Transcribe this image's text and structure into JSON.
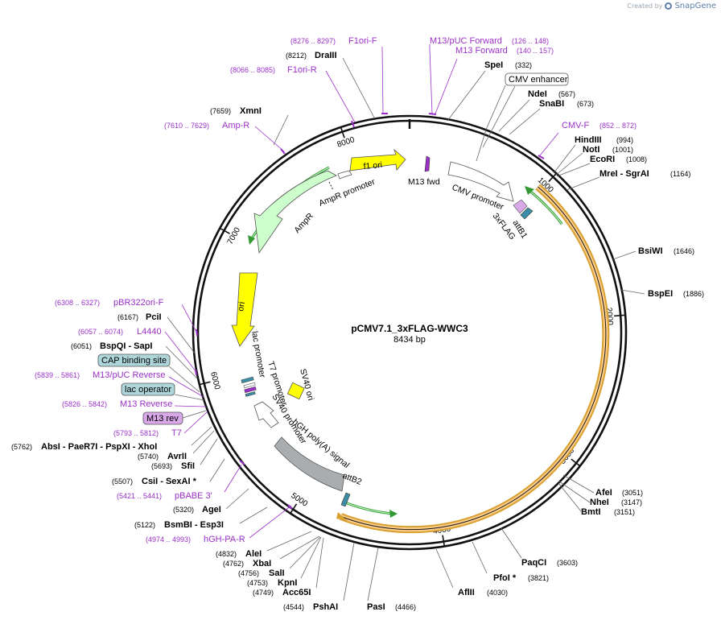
{
  "app": {
    "credit_prefix": "Created by",
    "credit_brand": "SnapGene"
  },
  "plasmid": {
    "name": "pCMV7.1_3xFLAG-WWC3",
    "length_label": "8434 bp",
    "length": 8434
  },
  "colors": {
    "primer": "#9b30c8",
    "backbone": "#111111",
    "f1ori": "#ffff00",
    "ori": "#ffff00",
    "ampr": "#ccffcc",
    "orf": "#ffce8a",
    "orf_border": "#d8a030",
    "green_arrow": "#339933",
    "gray": "#a9adb0",
    "teal_box": "#aed6da",
    "pink_box": "#d9a8e8"
  },
  "ticks": [
    {
      "bp": 1000,
      "label": "1000"
    },
    {
      "bp": 2000,
      "label": "2000"
    },
    {
      "bp": 3000,
      "label": "3000"
    },
    {
      "bp": 4000,
      "label": "4000"
    },
    {
      "bp": 5000,
      "label": "5000"
    },
    {
      "bp": 6000,
      "label": "6000"
    },
    {
      "bp": 7000,
      "label": "7000"
    },
    {
      "bp": 8000,
      "label": "8000"
    }
  ],
  "enzymes": [
    {
      "name": "SpeI",
      "pos": "(332)"
    },
    {
      "name": "NdeI",
      "pos": "(567)"
    },
    {
      "name": "SnaBI",
      "pos": "(673)"
    },
    {
      "name": "HindIII",
      "pos": "(994)"
    },
    {
      "name": "NotI",
      "pos": "(1001)"
    },
    {
      "name": "EcoRI",
      "pos": "(1008)"
    },
    {
      "name": "MreI - SgrAI",
      "pos": "(1164)"
    },
    {
      "name": "BsiWI",
      "pos": "(1646)"
    },
    {
      "name": "BspEI",
      "pos": "(1886)"
    },
    {
      "name": "AfeI",
      "pos": "(3051)"
    },
    {
      "name": "NheI",
      "pos": "(3147)"
    },
    {
      "name": "BmtI",
      "pos": "(3151)"
    },
    {
      "name": "PaqCI",
      "pos": "(3603)"
    },
    {
      "name": "PfoI *",
      "pos": "(3821)"
    },
    {
      "name": "AflII",
      "pos": "(4030)"
    },
    {
      "name": "PasI",
      "pos": "(4466)"
    },
    {
      "name": "PshAI",
      "pos": "(4544)"
    },
    {
      "name": "Acc65I",
      "pos": "(4749)"
    },
    {
      "name": "KpnI",
      "pos": "(4753)"
    },
    {
      "name": "SalI",
      "pos": "(4756)"
    },
    {
      "name": "XbaI",
      "pos": "(4762)"
    },
    {
      "name": "AleI",
      "pos": "(4832)"
    },
    {
      "name": "BsmBI - Esp3I",
      "pos": "(5122)"
    },
    {
      "name": "AgeI",
      "pos": "(5320)"
    },
    {
      "name": "CsiI - SexAI *",
      "pos": "(5507)"
    },
    {
      "name": "SfiI",
      "pos": "(5693)"
    },
    {
      "name": "AvrII",
      "pos": "(5740)"
    },
    {
      "name": "AbsI - PaeR7I - PspXI - XhoI",
      "pos": "(5762)"
    },
    {
      "name": "BspQI - SapI",
      "pos": "(6051)"
    },
    {
      "name": "PciI",
      "pos": "(6167)"
    },
    {
      "name": "XmnI",
      "pos": "(7659)"
    },
    {
      "name": "DraIII",
      "pos": "(8212)"
    }
  ],
  "primers": [
    {
      "name": "M13/pUC Forward",
      "pos": "(126 .. 148)"
    },
    {
      "name": "M13 Forward",
      "pos": "(140 .. 157)"
    },
    {
      "name": "CMV-F",
      "pos": "(852 .. 872)"
    },
    {
      "name": "F1ori-F",
      "pos": "(8276 .. 8297)"
    },
    {
      "name": "F1ori-R",
      "pos": "(8066 .. 8085)"
    },
    {
      "name": "Amp-R",
      "pos": "(7610 .. 7629)"
    },
    {
      "name": "pBR322ori-F",
      "pos": "(6308 .. 6327)"
    },
    {
      "name": "L4440",
      "pos": "(6057 .. 6074)"
    },
    {
      "name": "M13/pUC Reverse",
      "pos": "(5839 .. 5861)"
    },
    {
      "name": "M13 Reverse",
      "pos": "(5826 .. 5842)"
    },
    {
      "name": "T7",
      "pos": "(5793 .. 5812)"
    },
    {
      "name": "pBABE 3'",
      "pos": "(5421 .. 5441)"
    },
    {
      "name": "hGH-PA-R",
      "pos": "(4974 .. 4993)"
    }
  ],
  "boxes": [
    {
      "name": "CMV enhancer"
    },
    {
      "name": "CAP binding site"
    },
    {
      "name": "lac operator"
    },
    {
      "name": "M13 rev"
    }
  ],
  "features": [
    {
      "name": "f1 ori"
    },
    {
      "name": "AmpR promoter"
    },
    {
      "name": "AmpR"
    },
    {
      "name": "ori"
    },
    {
      "name": "M13 fwd"
    },
    {
      "name": "CMV promoter"
    },
    {
      "name": "attB1"
    },
    {
      "name": "3xFLAG"
    },
    {
      "name": "lac promoter"
    },
    {
      "name": "T7 promoter"
    },
    {
      "name": "SV40 promoter"
    },
    {
      "name": "SV40 ori"
    },
    {
      "name": "hGH poly(A) signal"
    },
    {
      "name": "attB2"
    }
  ]
}
